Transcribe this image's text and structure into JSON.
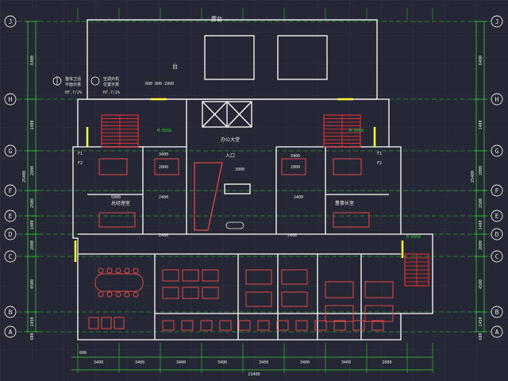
{
  "colors": {
    "background": "#252834",
    "grid": "#2f3340",
    "wall": "#ffffff",
    "dimension": "#33cc33",
    "furniture": "#e04848",
    "label": "#e8e8e8",
    "window": "#ffff40",
    "note": "#40e0e0",
    "stair": "#ff3030"
  },
  "axes_rows": [
    {
      "label": "J"
    },
    {
      "label": "H"
    },
    {
      "label": "G"
    },
    {
      "label": "F"
    },
    {
      "label": "E"
    },
    {
      "label": "D"
    },
    {
      "label": "C"
    },
    {
      "label": "B"
    },
    {
      "label": "A"
    }
  ],
  "left_dims": [
    "6400",
    "1400",
    "2800",
    "2500",
    "1400",
    "2800",
    "4500",
    "1450",
    "600"
  ],
  "left_total": "25400",
  "right_dims": [
    "6400",
    "1400",
    "2800",
    "2500",
    "1400",
    "2800",
    "4500",
    "1450",
    "600"
  ],
  "right_total": "25400",
  "bottom_dims": [
    "3400",
    "3400",
    "3400",
    "3400",
    "3400",
    "3400",
    "3400",
    "2600"
  ],
  "bottom_first": "600",
  "bottom_total": "23400",
  "labels": {
    "terrace": "露台",
    "terrace_2": "台",
    "lobby": "办公大堂",
    "entrance": "入口",
    "room_left": "总经理室",
    "room_right": "董事长室",
    "door_1": "M-0958",
    "door_2": "M-0958",
    "door_3": "M-0958",
    "top_dims": "600  900  2900",
    "col_3000": "3000",
    "r_3400": "3400",
    "r_2800": "2800",
    "dim_3400b": "3400",
    "dim_2800b": "2800",
    "tag_left_1": "F1",
    "tag_left_2": "F2",
    "tag_right_1": "F1",
    "tag_right_2": "F2",
    "note_left_1": "整体卫浴",
    "note_left_2": "平面示意",
    "note_right_1": "空调外机",
    "note_right_2": "位置示意",
    "note_small_left": "H7.7/2%",
    "note_small_right": "H7.7/2%",
    "small_1": "2400",
    "small_2": "2400",
    "small_3": "5900",
    "small_4": "2400",
    "small_5": "2400"
  },
  "icons": [
    "north-arrow-icon",
    "stair-icon"
  ]
}
